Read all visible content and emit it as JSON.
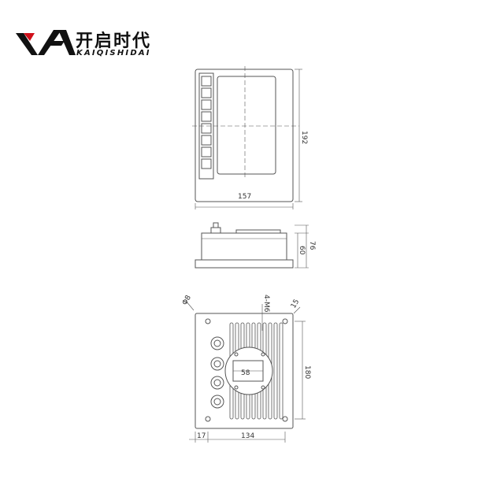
{
  "brand": {
    "name_cn": "开启时代",
    "name_en": "KAIQISHIDAI"
  },
  "icons": {
    "logo": "va-chevron-logo"
  },
  "colors": {
    "line": "#555555",
    "logo": "#111111",
    "accent": "#d0101a"
  },
  "dimensions": {
    "front_width": "157",
    "front_height": "192",
    "side_height_total": "76",
    "side_height_body": "60",
    "hole_top_left": "Φ8",
    "hole_label": "4-M6",
    "hole_top_right": "15",
    "back_height": "180",
    "back_left_offset": "17",
    "back_width": "134",
    "center_square": "58"
  }
}
